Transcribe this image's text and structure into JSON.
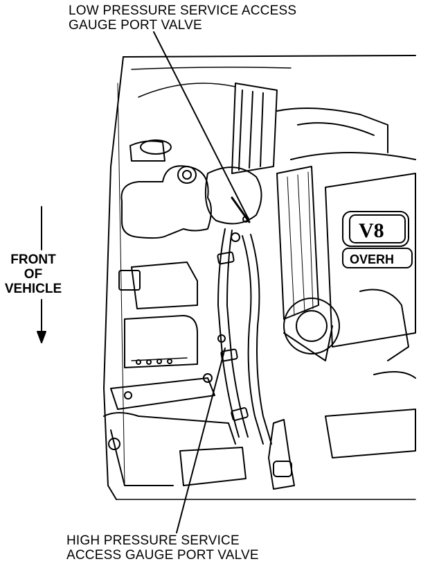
{
  "labels": {
    "low_pressure": {
      "line1": "LOW PRESSURE SERVICE ACCESS",
      "line2": "GAUGE PORT VALVE"
    },
    "high_pressure": {
      "line1": "HIGH PRESSURE SERVICE",
      "line2": "ACCESS GAUGE PORT VALVE"
    },
    "direction": {
      "line1": "FRONT",
      "line2": "OF",
      "line3": "VEHICLE"
    },
    "engine_badge": "V8",
    "engine_plate": "OVERH"
  },
  "colors": {
    "ink": "#000000",
    "paper": "#ffffff"
  }
}
